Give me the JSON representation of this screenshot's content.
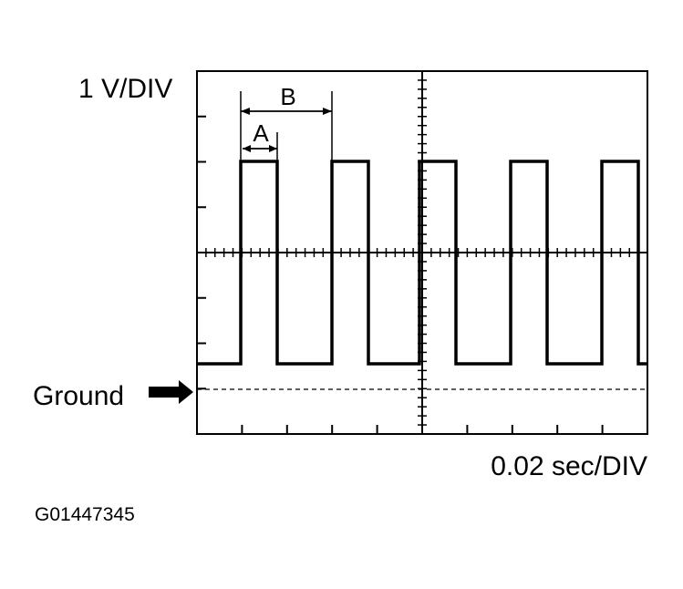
{
  "volts_label": "1 V/DIV",
  "time_label": "0.02 sec/DIV",
  "ground_label": "Ground",
  "marker_a": "A",
  "marker_b": "B",
  "figure_code": "G01447345"
}
